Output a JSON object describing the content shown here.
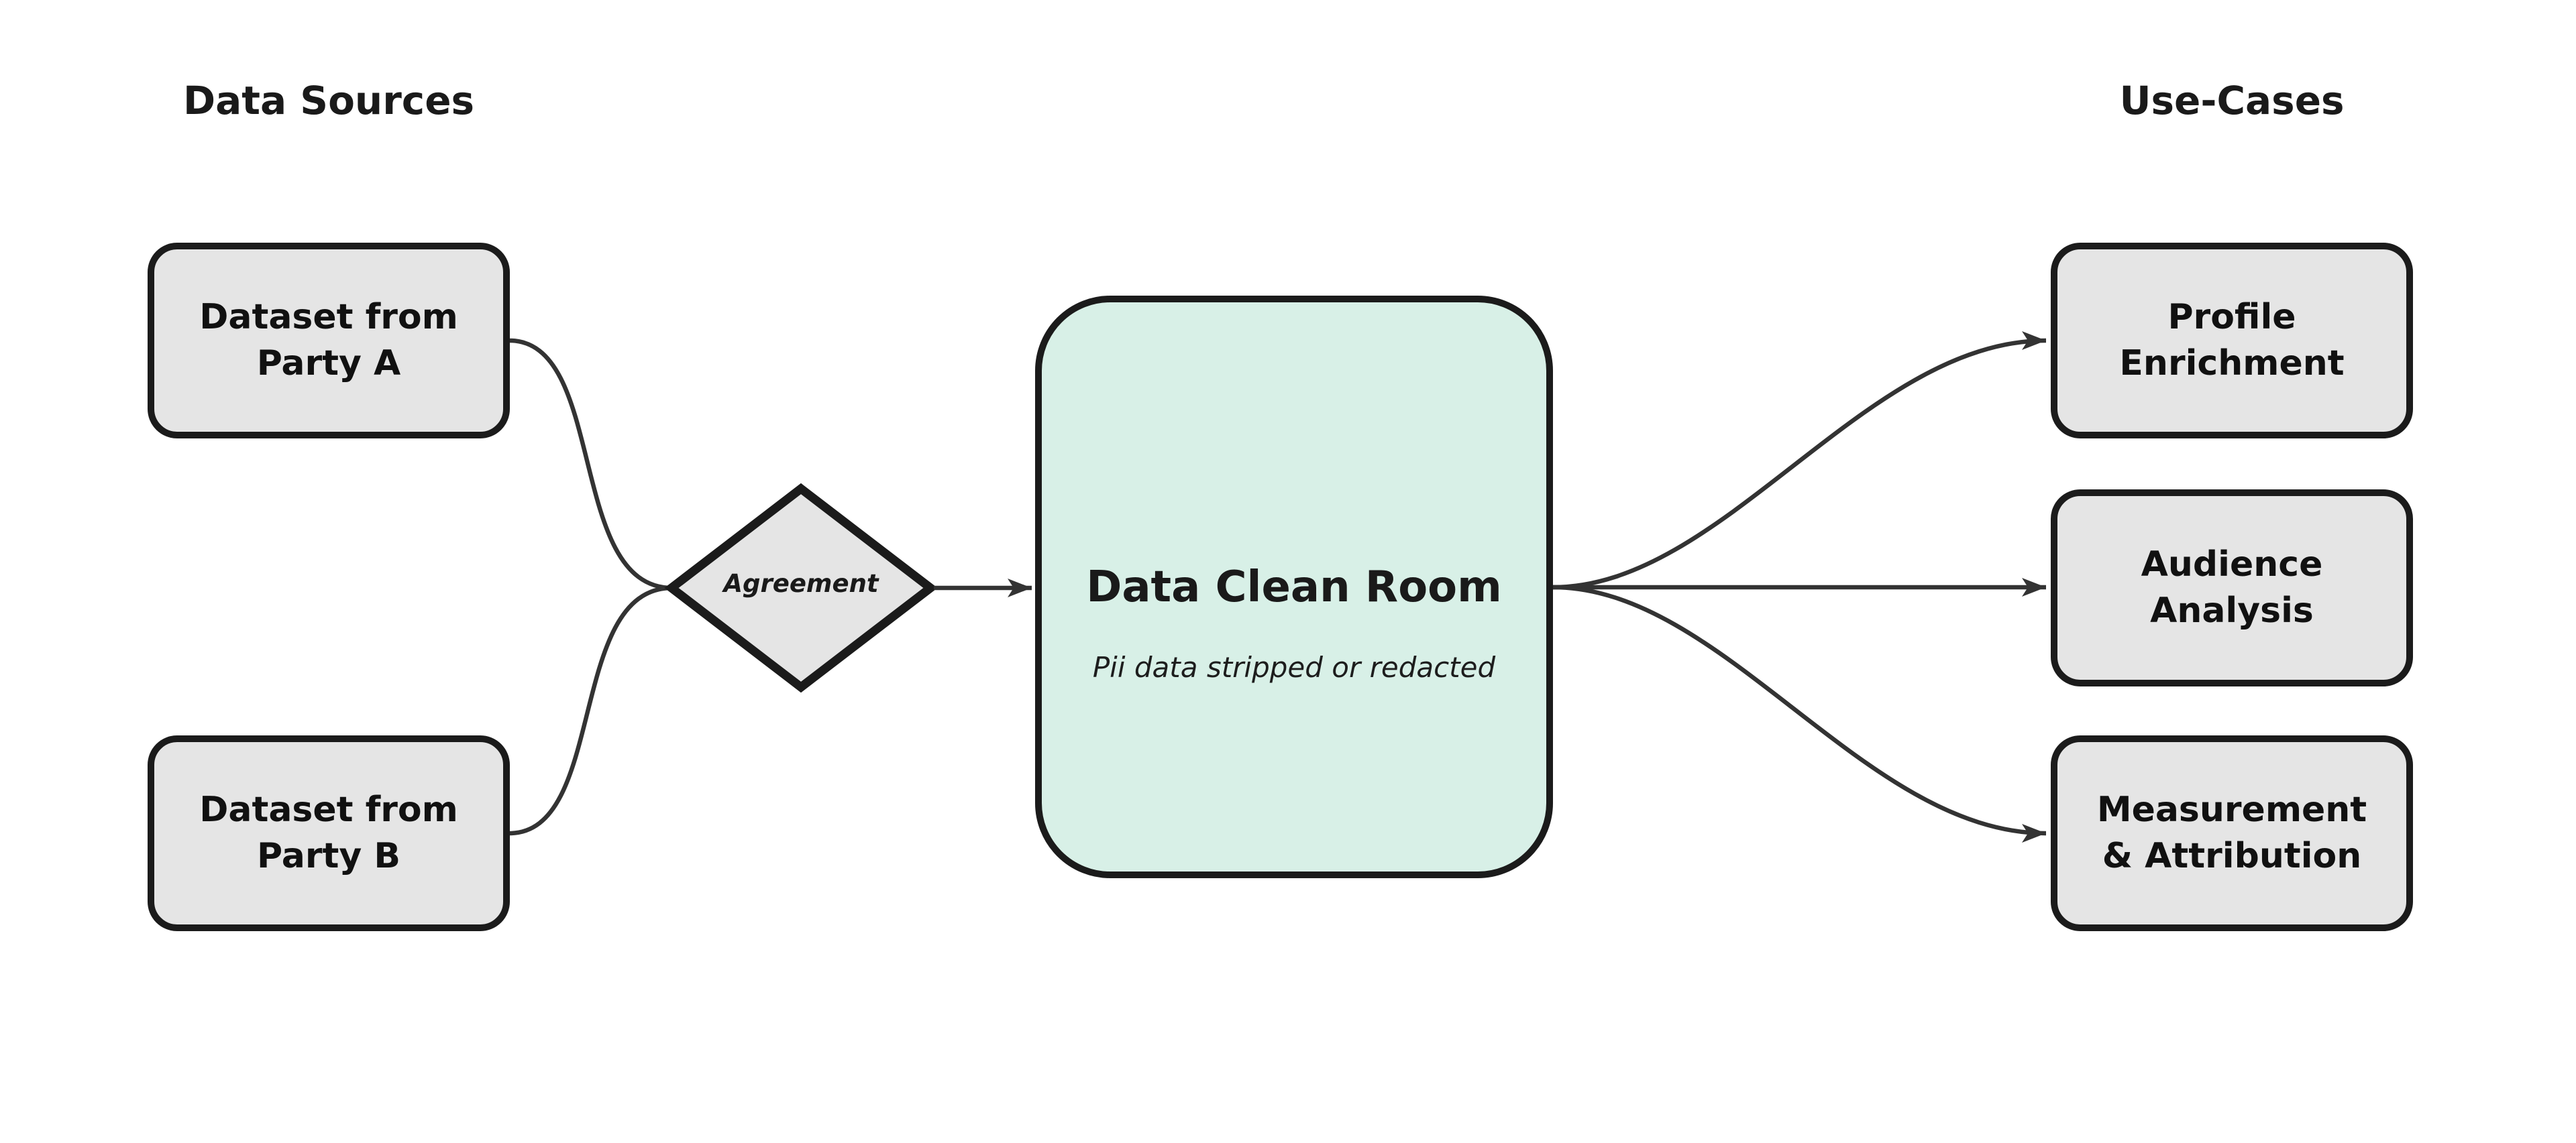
{
  "diagram": {
    "left_column_title": "Data Sources",
    "right_column_title": "Use-Cases",
    "nodes": {
      "party_a": {
        "label": "Dataset from\nParty A"
      },
      "party_b": {
        "label": "Dataset from\nParty B"
      },
      "agreement": {
        "label": "Agreement"
      },
      "clean_room": {
        "title": "Data Clean Room",
        "subtitle": "Pii data stripped or redacted"
      },
      "profile_enrichment": {
        "label": "Profile\nEnrichment"
      },
      "audience_analysis": {
        "label": "Audience\nAnalysis"
      },
      "measurement_attribution": {
        "label": "Measurement\n& Attribution"
      }
    },
    "edges": [
      {
        "from": "party_a",
        "to": "agreement",
        "arrow": false
      },
      {
        "from": "party_b",
        "to": "agreement",
        "arrow": false
      },
      {
        "from": "agreement",
        "to": "clean_room",
        "arrow": true
      },
      {
        "from": "clean_room",
        "to": "profile_enrichment",
        "arrow": true
      },
      {
        "from": "clean_room",
        "to": "audience_analysis",
        "arrow": true
      },
      {
        "from": "clean_room",
        "to": "measurement_attribution",
        "arrow": true
      }
    ],
    "colors": {
      "background": "#ffffff",
      "node_fill": "#e5e5e5",
      "node_border": "#1b1b1b",
      "clean_room_fill": "#d8f0e7",
      "connector": "#333333",
      "text": "#111111"
    }
  }
}
